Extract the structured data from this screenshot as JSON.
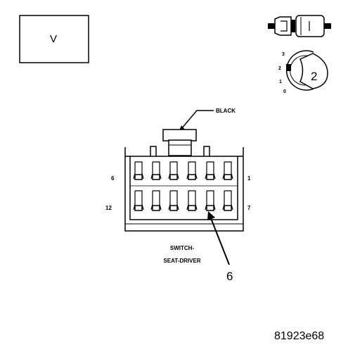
{
  "view_box_label": "V",
  "connector": {
    "color_label": "BLACK",
    "name_line1": "SWITCH-",
    "name_line2": "SEAT-DRIVER",
    "pin_top_left": "6",
    "pin_top_right": "1",
    "pin_bottom_left": "12",
    "pin_bottom_right": "7",
    "callout_number": "6"
  },
  "key_switch": {
    "positions": [
      "3",
      "2",
      "1",
      "0"
    ],
    "key_number": "2"
  },
  "figure_id": "81923e68"
}
